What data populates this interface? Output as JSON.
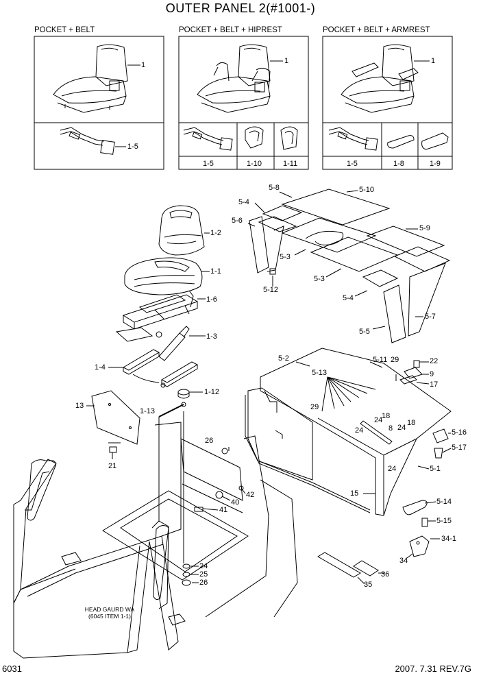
{
  "title": "OUTER PANEL 2(#1001-)",
  "variants": [
    {
      "heading": "POCKET + BELT",
      "seat_label": "1",
      "parts": [
        "1-5"
      ]
    },
    {
      "heading": "POCKET + BELT + HIPREST",
      "seat_label": "1",
      "parts": [
        "1-5",
        "1-10",
        "1-11"
      ]
    },
    {
      "heading": "POCKET + BELT + ARMREST",
      "seat_label": "1",
      "parts": [
        "1-5",
        "1-8",
        "1-9"
      ]
    }
  ],
  "callouts": {
    "p1_2": "1-2",
    "p1_1": "1-1",
    "p1_6": "1-6",
    "p1_3": "1-3",
    "p1_4": "1-4",
    "p1_12": "1-12",
    "p1_13": "1-13",
    "p13": "13",
    "p21": "21",
    "p5_8": "5-8",
    "p5_10": "5-10",
    "p5_4a": "5-4",
    "p5_6": "5-6",
    "p5_9": "5-9",
    "p5_3a": "5-3",
    "p5_3b": "5-3",
    "p5_12": "5-12",
    "p5_4b": "5-4",
    "p5_7": "5-7",
    "p5_5": "5-5",
    "p5_2": "5-2",
    "p5_11": "5-11",
    "p29a": "29",
    "p22": "22",
    "p9": "9",
    "p17": "17",
    "p5_13": "5-13",
    "p29b": "29",
    "p18a": "18",
    "p24a": "24",
    "p8": "8",
    "p18b": "18",
    "p24b": "24",
    "p24c": "24",
    "p5_16": "5-16",
    "p5_17": "5-17",
    "p5_1": "5-1",
    "p15": "15",
    "p26a": "26",
    "p42": "42",
    "p40": "40",
    "p41": "41",
    "p24d": "24",
    "p25": "25",
    "p26b": "26",
    "p5_14": "5-14",
    "p5_15": "5-15",
    "p34_1": "34-1",
    "p34": "34",
    "p36": "36",
    "p35": "35"
  },
  "note": [
    "HEAD GAURD WA",
    "(6045 ITEM 1-1)"
  ],
  "footer": {
    "page": "6031",
    "revision": "2007. 7.31 REV.7G"
  }
}
